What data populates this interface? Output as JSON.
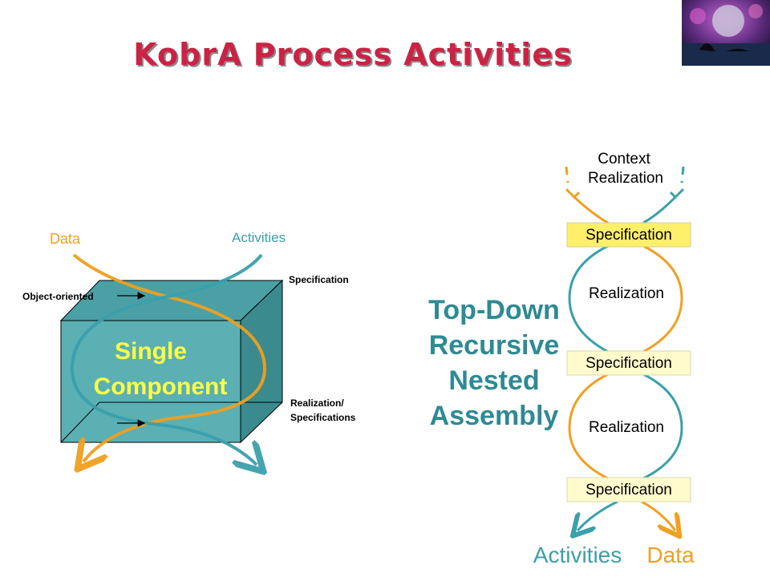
{
  "title": "KobrA Process Activities",
  "left": {
    "data_label": "Data",
    "activities_label": "Activities",
    "object_oriented_label": "Object-oriented",
    "specification_label": "Specification",
    "realization_specs_line1": "Realization/",
    "realization_specs_line2": "Specifications",
    "box_line1": "Single",
    "box_line2": "Component"
  },
  "middle": {
    "line1": "Top-Down",
    "line2": "Recursive",
    "line3": "Nested",
    "line4": "Assembly"
  },
  "right": {
    "context_line1": "Context",
    "context_line2": "Realization",
    "spec1": "Specification",
    "realization1": "Realization",
    "spec2": "Specification",
    "realization2": "Realization",
    "spec3": "Specification",
    "activities_label": "Activities",
    "data_label": "Data"
  },
  "colors": {
    "title": "#cc2244",
    "data_orange": "#f0a020",
    "activities_teal": "#3aa0ac",
    "box_face": "#5bb0b4",
    "box_top": "#4aa0a4",
    "box_side": "#3a8a8e",
    "box_text": "#ffff44",
    "middle_text": "#2e8a93",
    "spec_highlight": "#ffef6a",
    "spec_plain": "#fffbcc"
  }
}
